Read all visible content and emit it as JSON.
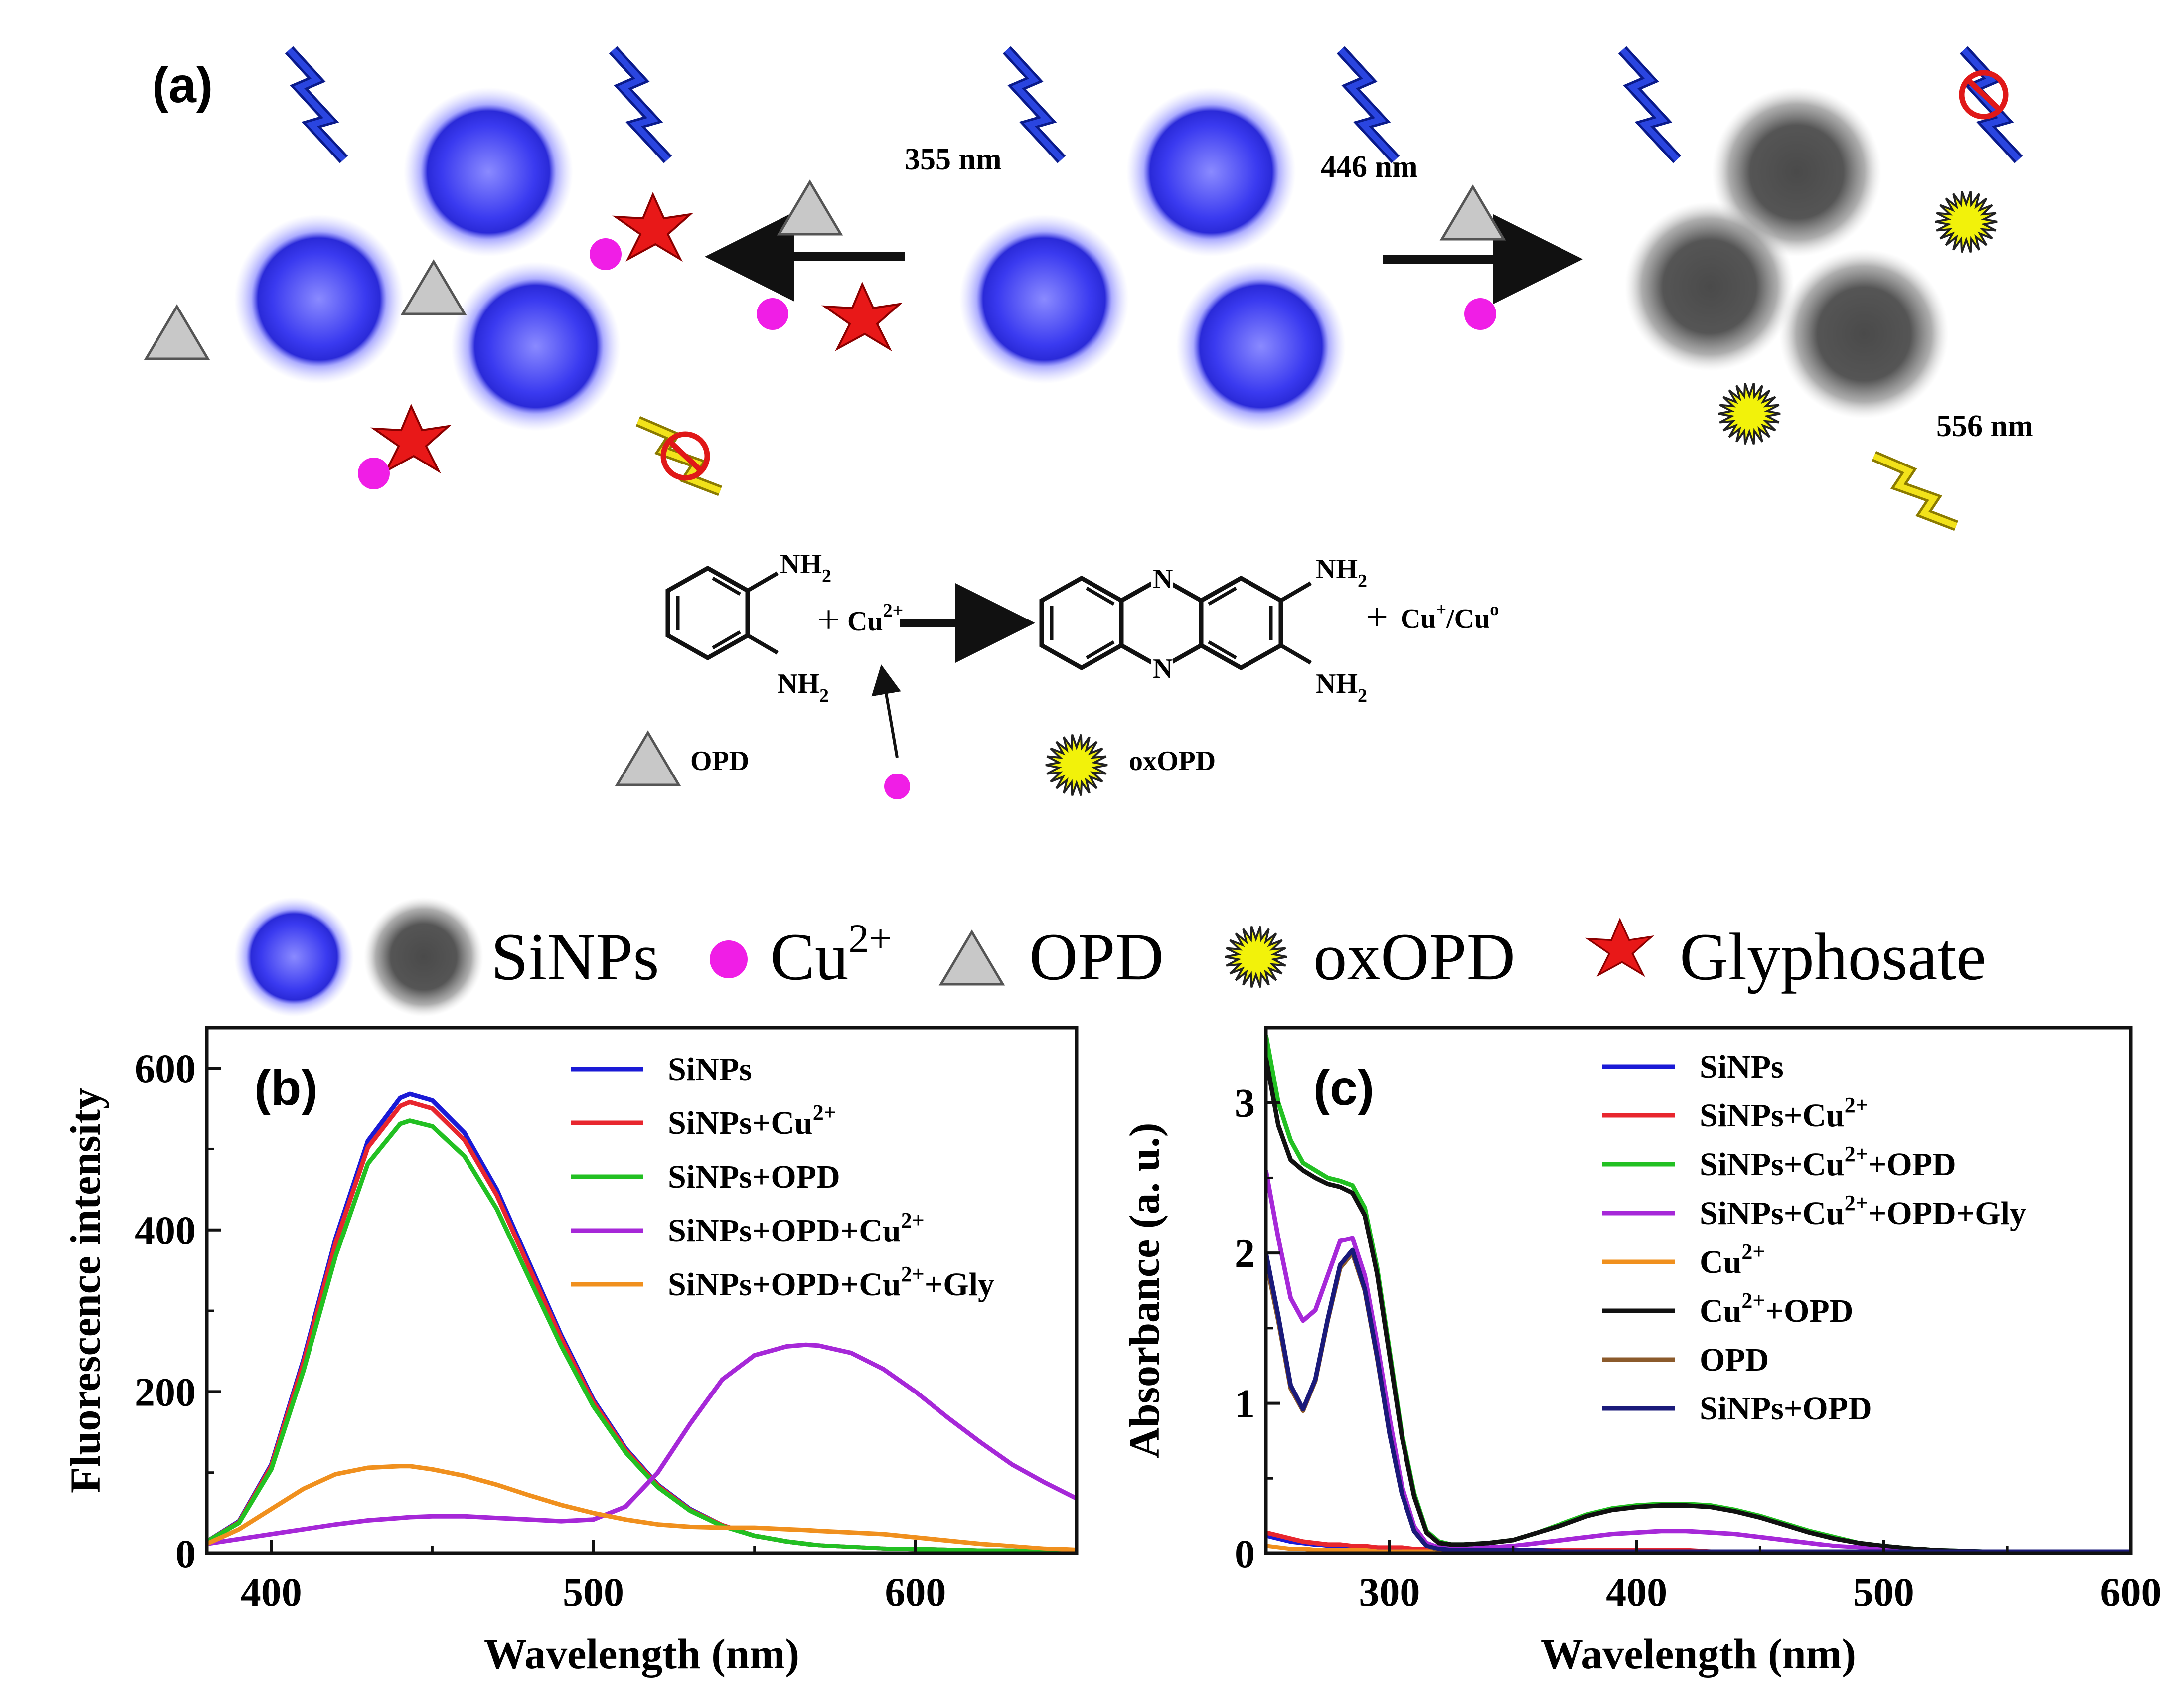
{
  "scheme": {
    "panel_label": "(a)",
    "excitation_label": "355 nm",
    "emission_blue_label": "446 nm",
    "emission_yellow_label": "556 nm",
    "reaction": {
      "nh2": "NH",
      "nh2_sub": "2",
      "cu2_base": "Cu",
      "cu2_sup": "2+",
      "product_cu": "Cu",
      "product_cu_sup": "+",
      "product_cu_tail": "/Cu",
      "product_cu_tail_sup": "o",
      "plus": "+",
      "n_atom": "N",
      "opd_label": "OPD",
      "oxopd_label": "oxOPD"
    }
  },
  "legend_bar": {
    "sinps": "SiNPs",
    "cu_base": "Cu",
    "cu_sup": "2+",
    "opd": "OPD",
    "oxopd": "oxOPD",
    "glyphosate": "Glyphosate"
  },
  "colors": {
    "blue_np": "#3a3af0",
    "gray_np": "#555555",
    "cu": "#f01ee6",
    "glyphosate": "#e81818",
    "oxopd": "#f2f20a",
    "opd": "#c8c8c8",
    "lightning_blue": "#1a33d9",
    "lightning_yellow": "#f2e21a"
  },
  "chart_data": [
    {
      "panel": "(b)",
      "type": "line",
      "xlabel": "Wavelength (nm)",
      "ylabel": "Fluorescence intensity",
      "xlim": [
        380,
        650
      ],
      "ylim": [
        0,
        650
      ],
      "xticks": [
        400,
        500,
        600
      ],
      "yticks": [
        0,
        200,
        400,
        600
      ],
      "x": [
        380,
        390,
        400,
        410,
        420,
        430,
        440,
        443,
        450,
        460,
        470,
        480,
        490,
        500,
        510,
        520,
        530,
        540,
        550,
        560,
        566,
        570,
        580,
        590,
        600,
        610,
        620,
        630,
        640,
        650
      ],
      "series": [
        {
          "name_base": "SiNPs",
          "name_sup": "",
          "color": "#1a1ad6",
          "values": [
            15,
            40,
            110,
            240,
            390,
            510,
            563,
            568,
            560,
            520,
            450,
            360,
            270,
            190,
            130,
            85,
            55,
            35,
            22,
            15,
            12,
            10,
            8,
            6,
            5,
            4,
            3,
            3,
            2,
            2
          ]
        },
        {
          "name_base": "SiNPs+Cu",
          "name_sup": "2+",
          "color": "#e8262e",
          "values": [
            15,
            39,
            108,
            236,
            384,
            502,
            553,
            558,
            550,
            511,
            443,
            354,
            266,
            187,
            128,
            84,
            54,
            35,
            22,
            15,
            12,
            10,
            8,
            6,
            5,
            4,
            3,
            3,
            2,
            2
          ]
        },
        {
          "name_base": "SiNPs+OPD",
          "name_sup": "",
          "color": "#22c022",
          "values": [
            15,
            38,
            104,
            226,
            368,
            482,
            531,
            535,
            528,
            491,
            426,
            341,
            257,
            182,
            125,
            82,
            53,
            34,
            22,
            15,
            12,
            10,
            8,
            6,
            5,
            4,
            3,
            3,
            2,
            2
          ]
        },
        {
          "name_base": "SiNPs+OPD+Cu",
          "name_sup": "2+",
          "color": "#a628d8",
          "values": [
            12,
            18,
            24,
            30,
            36,
            41,
            44,
            45,
            46,
            46,
            44,
            42,
            40,
            42,
            58,
            100,
            160,
            215,
            245,
            256,
            258,
            257,
            248,
            228,
            200,
            168,
            138,
            110,
            88,
            68
          ]
        },
        {
          "name_base": "SiNPs+OPD+Cu",
          "name_sup": "2+",
          "name_tail": "+Gly",
          "color": "#f0901e",
          "values": [
            12,
            30,
            55,
            80,
            98,
            106,
            108,
            108,
            104,
            96,
            85,
            72,
            60,
            50,
            42,
            36,
            33,
            32,
            32,
            30,
            29,
            28,
            26,
            24,
            20,
            16,
            12,
            9,
            6,
            4
          ]
        }
      ]
    },
    {
      "panel": "(c)",
      "type": "line",
      "xlabel": "Wavelength (nm)",
      "ylabel": "Absorbance (a. u.)",
      "xlim": [
        250,
        600
      ],
      "ylim": [
        0,
        3.5
      ],
      "xticks": [
        300,
        400,
        500,
        600
      ],
      "yticks": [
        0,
        1,
        2,
        3
      ],
      "x": [
        250,
        255,
        260,
        265,
        270,
        275,
        280,
        285,
        290,
        295,
        300,
        305,
        310,
        315,
        320,
        325,
        330,
        340,
        350,
        360,
        370,
        380,
        390,
        400,
        410,
        420,
        430,
        440,
        450,
        460,
        470,
        480,
        490,
        500,
        520,
        540,
        560,
        580,
        600
      ],
      "series": [
        {
          "name_base": "SiNPs",
          "name_sup": "",
          "color": "#1a1ad6",
          "values": [
            0.12,
            0.1,
            0.08,
            0.07,
            0.06,
            0.05,
            0.05,
            0.04,
            0.04,
            0.04,
            0.03,
            0.03,
            0.03,
            0.03,
            0.02,
            0.02,
            0.02,
            0.02,
            0.02,
            0.02,
            0.02,
            0.01,
            0.01,
            0.01,
            0.01,
            0.01,
            0.01,
            0.01,
            0.01,
            0.01,
            0.01,
            0.01,
            0.01,
            0.01,
            0.01,
            0.01,
            0.01,
            0.01,
            0.01
          ]
        },
        {
          "name_base": "SiNPs+Cu",
          "name_sup": "2+",
          "color": "#e8262e",
          "values": [
            0.14,
            0.12,
            0.1,
            0.08,
            0.07,
            0.06,
            0.06,
            0.05,
            0.05,
            0.04,
            0.04,
            0.04,
            0.03,
            0.03,
            0.03,
            0.03,
            0.02,
            0.02,
            0.02,
            0.02,
            0.02,
            0.02,
            0.02,
            0.02,
            0.02,
            0.02,
            0.01,
            0.01,
            0.01,
            0.01,
            0.01,
            0.01,
            0.01,
            0.01,
            0.01,
            0.01,
            0.01,
            0.01,
            0.01
          ]
        },
        {
          "name_base": "SiNPs+Cu",
          "name_sup": "2+",
          "name_tail": "+OPD",
          "color": "#22c022",
          "values": [
            3.45,
            3.0,
            2.75,
            2.6,
            2.55,
            2.5,
            2.48,
            2.45,
            2.3,
            1.9,
            1.35,
            0.8,
            0.4,
            0.15,
            0.08,
            0.06,
            0.06,
            0.07,
            0.09,
            0.14,
            0.2,
            0.26,
            0.3,
            0.32,
            0.33,
            0.33,
            0.32,
            0.29,
            0.25,
            0.2,
            0.15,
            0.11,
            0.07,
            0.05,
            0.02,
            0.01,
            0.01,
            0.0,
            0.0
          ]
        },
        {
          "name_base": "SiNPs+Cu",
          "name_sup": "2+",
          "name_tail": "+OPD+Gly",
          "color": "#a628d8",
          "values": [
            2.55,
            2.1,
            1.7,
            1.55,
            1.62,
            1.85,
            2.08,
            2.1,
            1.85,
            1.4,
            0.9,
            0.45,
            0.18,
            0.07,
            0.04,
            0.03,
            0.03,
            0.04,
            0.05,
            0.07,
            0.09,
            0.11,
            0.13,
            0.14,
            0.15,
            0.15,
            0.14,
            0.13,
            0.11,
            0.09,
            0.07,
            0.05,
            0.04,
            0.03,
            0.01,
            0.01,
            0.0,
            0.0,
            0.0
          ]
        },
        {
          "name_base": "Cu",
          "name_sup": "2+",
          "color": "#f0901e",
          "values": [
            0.05,
            0.04,
            0.03,
            0.03,
            0.02,
            0.02,
            0.02,
            0.02,
            0.02,
            0.01,
            0.01,
            0.01,
            0.01,
            0.01,
            0.01,
            0.01,
            0.01,
            0.01,
            0.01,
            0.01,
            0.01,
            0.01,
            0.01,
            0.01,
            0.01,
            0.01,
            0.01,
            0.01,
            0.01,
            0.01,
            0.01,
            0.01,
            0.01,
            0.01,
            0.01,
            0.01,
            0.01,
            0.01,
            0.01
          ]
        },
        {
          "name_base": "Cu",
          "name_sup": "2+",
          "name_tail": "+OPD",
          "color": "#111111",
          "values": [
            3.3,
            2.85,
            2.62,
            2.55,
            2.5,
            2.46,
            2.44,
            2.4,
            2.25,
            1.86,
            1.32,
            0.78,
            0.38,
            0.14,
            0.07,
            0.06,
            0.06,
            0.07,
            0.09,
            0.14,
            0.19,
            0.25,
            0.29,
            0.31,
            0.32,
            0.32,
            0.31,
            0.28,
            0.24,
            0.19,
            0.14,
            0.1,
            0.07,
            0.05,
            0.02,
            0.01,
            0.01,
            0.0,
            0.0
          ]
        },
        {
          "name_base": "OPD",
          "name_sup": "",
          "color": "#8b5a2b",
          "values": [
            1.95,
            1.55,
            1.1,
            0.95,
            1.15,
            1.55,
            1.9,
            2.0,
            1.75,
            1.3,
            0.8,
            0.4,
            0.15,
            0.05,
            0.02,
            0.01,
            0.01,
            0.01,
            0.01,
            0.01,
            0.01,
            0.01,
            0.01,
            0.01,
            0.01,
            0.01,
            0.01,
            0.01,
            0.01,
            0.0,
            0.0,
            0.0,
            0.0,
            0.0,
            0.0,
            0.0,
            0.0,
            0.0,
            0.0
          ]
        },
        {
          "name_base": "SiNPs+OPD",
          "name_sup": "",
          "color": "#1a1a7a",
          "values": [
            2.0,
            1.58,
            1.12,
            0.96,
            1.16,
            1.56,
            1.92,
            2.02,
            1.76,
            1.31,
            0.8,
            0.4,
            0.15,
            0.05,
            0.03,
            0.02,
            0.02,
            0.02,
            0.02,
            0.02,
            0.01,
            0.01,
            0.01,
            0.01,
            0.01,
            0.01,
            0.01,
            0.01,
            0.01,
            0.01,
            0.01,
            0.01,
            0.01,
            0.01,
            0.01,
            0.01,
            0.01,
            0.01,
            0.01
          ]
        }
      ]
    }
  ]
}
